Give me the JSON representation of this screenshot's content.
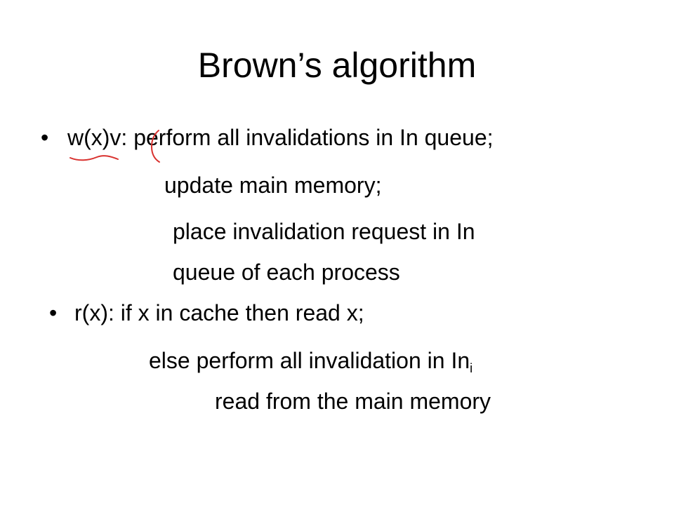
{
  "slide": {
    "title": "Brown’s algorithm",
    "bullet_glyph": "•",
    "write_rule": {
      "line1": "w(x)v: perform all invalidations in In queue;",
      "line2": "update main memory;",
      "line3": "place invalidation request in In",
      "line4": "queue of  each process"
    },
    "read_rule": {
      "line1": "r(x): if x in cache then read x;",
      "line2_main": "else perform all invalidation in In",
      "line2_sub": "i",
      "line3": "read from the main memory"
    },
    "annotation_color": "#d9322f"
  }
}
